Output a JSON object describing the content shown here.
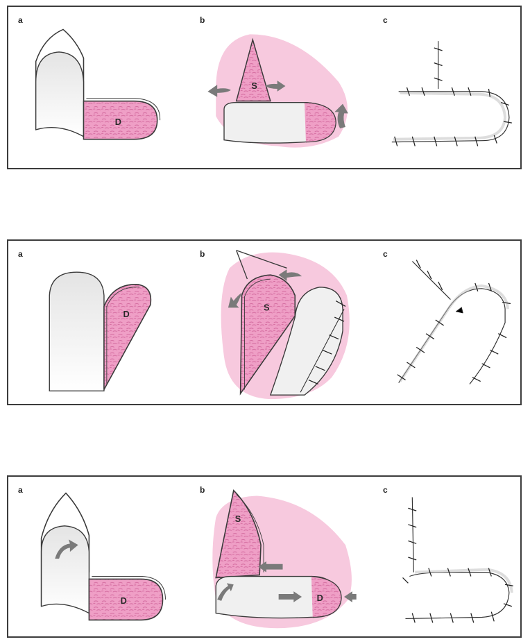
{
  "colors": {
    "skin": "#efefef",
    "wound": "#ef9fc6",
    "wound_texture": "#d36a9e",
    "halo": "#f7c9de",
    "outline": "#3a3a3a",
    "arrow": "#7a7a7a",
    "border": "#3c3c3c"
  },
  "panels": [
    {
      "labels": {
        "a": "a",
        "b": "b",
        "c": "c"
      },
      "flap_label": "D",
      "source_label": "S"
    },
    {
      "labels": {
        "a": "a",
        "b": "b",
        "c": "c"
      },
      "flap_label": "D",
      "source_label": "S"
    },
    {
      "labels": {
        "a": "a",
        "b": "b",
        "c": "c"
      },
      "flap_label": "D",
      "source_label": "S"
    }
  ]
}
